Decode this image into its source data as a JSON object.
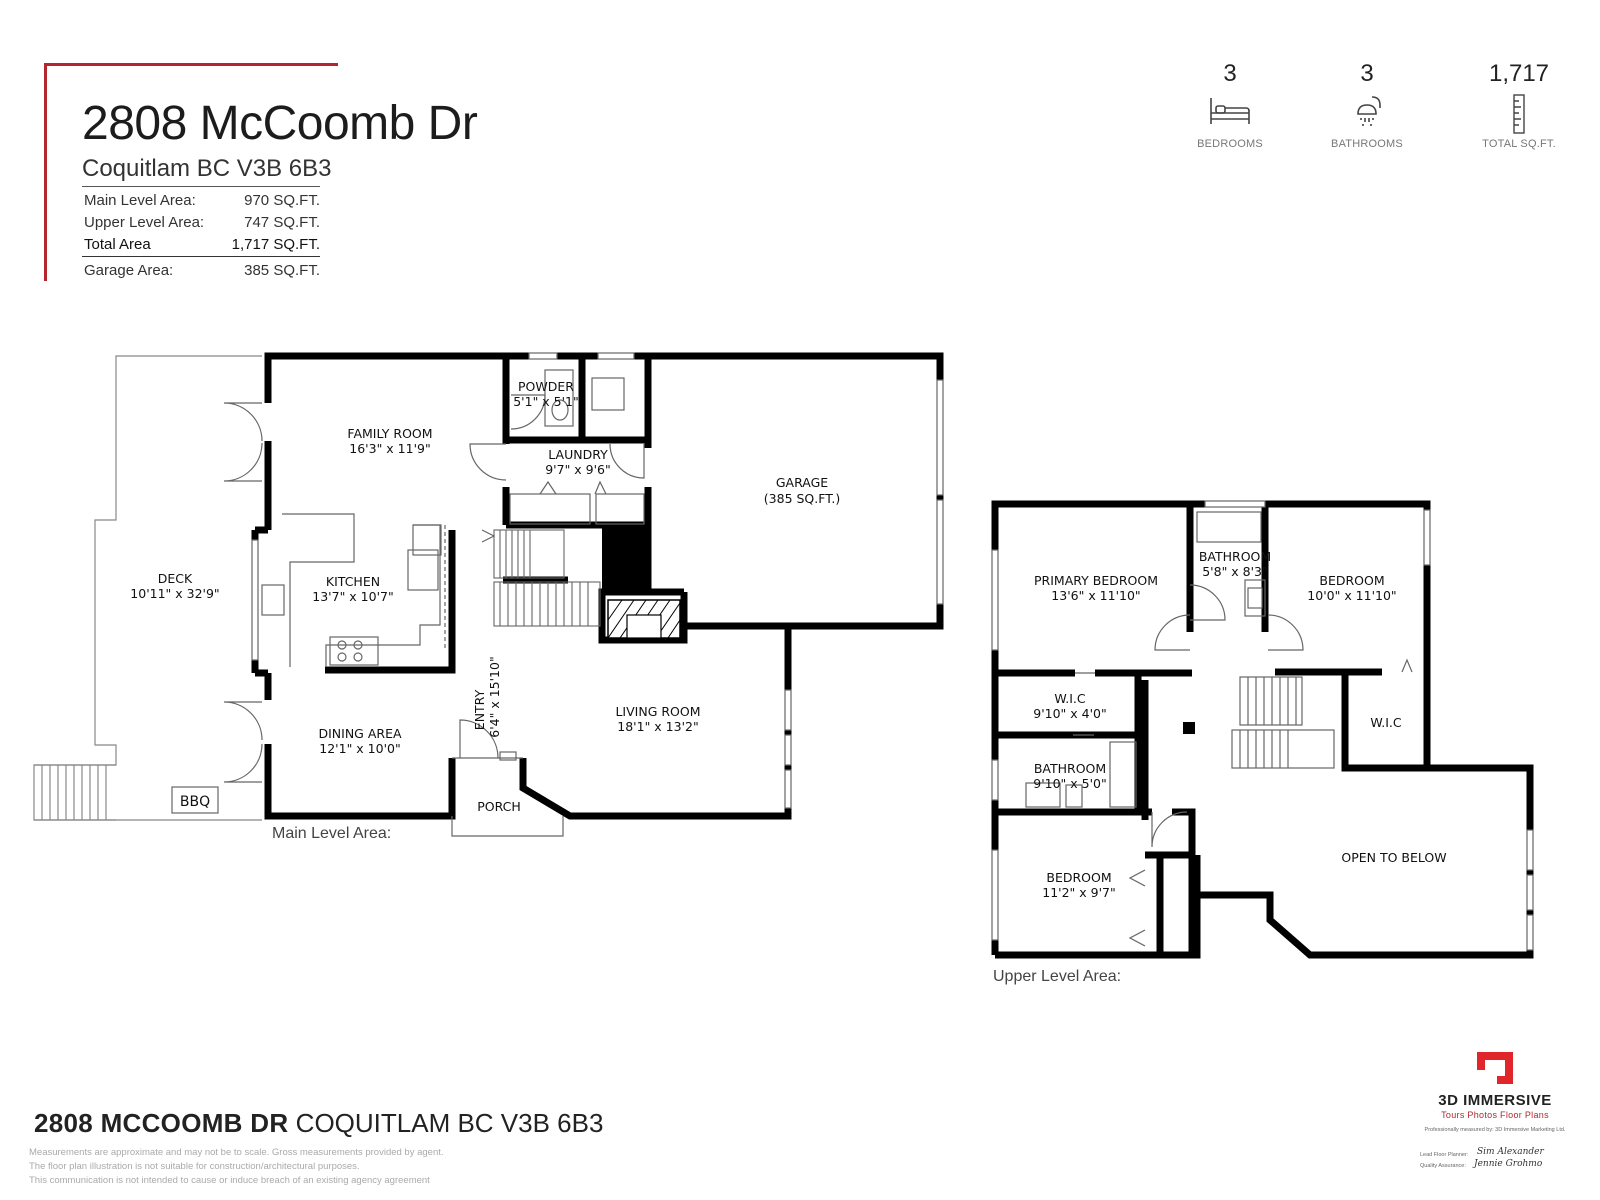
{
  "header": {
    "title": "2808 McCoomb Dr",
    "subtitle": "Coquitlam BC V3B 6B3",
    "areas": [
      {
        "label": "Main Level Area:",
        "value": "970 SQ.FT."
      },
      {
        "label": "Upper Level Area:",
        "value": "747 SQ.FT."
      },
      {
        "label": "Total Area",
        "value": "1,717 SQ.FT."
      },
      {
        "label": "Garage Area:",
        "value": "385 SQ.FT."
      }
    ],
    "accent_color": "#b3262d"
  },
  "stats": [
    {
      "value": "3",
      "label": "BEDROOMS",
      "icon": "bed-icon"
    },
    {
      "value": "3",
      "label": "BATHROOMS",
      "icon": "shower-icon"
    },
    {
      "value": "1,717",
      "label": "TOTAL SQ.FT.",
      "icon": "ruler-icon"
    }
  ],
  "main_level": {
    "caption": "Main Level Area:",
    "rooms": [
      {
        "name": "FAMILY ROOM",
        "size": "16'3\" x 11'9\""
      },
      {
        "name": "POWDER",
        "size": "5'1\" x 5'1\""
      },
      {
        "name": "LAUNDRY",
        "size": "9'7\" x 9'6\""
      },
      {
        "name": "GARAGE",
        "size": "(385 SQ.FT.)"
      },
      {
        "name": "DECK",
        "size": "10'11\" x 32'9\""
      },
      {
        "name": "KITCHEN",
        "size": "13'7\" x 10'7\""
      },
      {
        "name": "ENTRY",
        "size": "6'4\" x 15'10\""
      },
      {
        "name": "LIVING ROOM",
        "size": "18'1\" x 13'2\""
      },
      {
        "name": "DINING AREA",
        "size": "12'1\" x 10'0\""
      },
      {
        "name": "BBQ",
        "size": ""
      },
      {
        "name": "PORCH",
        "size": ""
      }
    ]
  },
  "upper_level": {
    "caption": "Upper Level Area:",
    "rooms": [
      {
        "name": "PRIMARY BEDROOM",
        "size": "13'6\" x 11'10\""
      },
      {
        "name": "BATHROOM",
        "size": "5'8\" x 8'3\""
      },
      {
        "name": "BEDROOM",
        "size": "10'0\" x 11'10\""
      },
      {
        "name": "W.I.C",
        "size": "9'10\" x 4'0\""
      },
      {
        "name": "W.I.C",
        "size": ""
      },
      {
        "name": "BATHROOM",
        "size": "9'10\" x 5'0\""
      },
      {
        "name": "OPEN TO BELOW",
        "size": ""
      },
      {
        "name": "BEDROOM",
        "size": "11'2\" x 9'7\""
      }
    ]
  },
  "footer": {
    "address_bold": "2808 MCCOOMB DR",
    "address_rest": "COQUITLAM BC V3B 6B3",
    "disclaimer": [
      "Measurements are approximate and may not be to scale. Gross measurements provided by agent.",
      "The floor plan illustration is not suitable for construction/architectural purposes.",
      "This communication is not intended to cause or induce breach of an existing agency agreement"
    ]
  },
  "brand": {
    "name": "3D IMMERSIVE",
    "tagline": "Tours  Photos  Floor Plans",
    "note": "Professionally measured by: 3D Immersive Marketing Ltd.",
    "credits": [
      {
        "label": "Lead Floor Planner:",
        "signature": "Sim Alexander"
      },
      {
        "label": "Quality Assurance:",
        "signature": "Jennie Grohmo"
      }
    ]
  }
}
